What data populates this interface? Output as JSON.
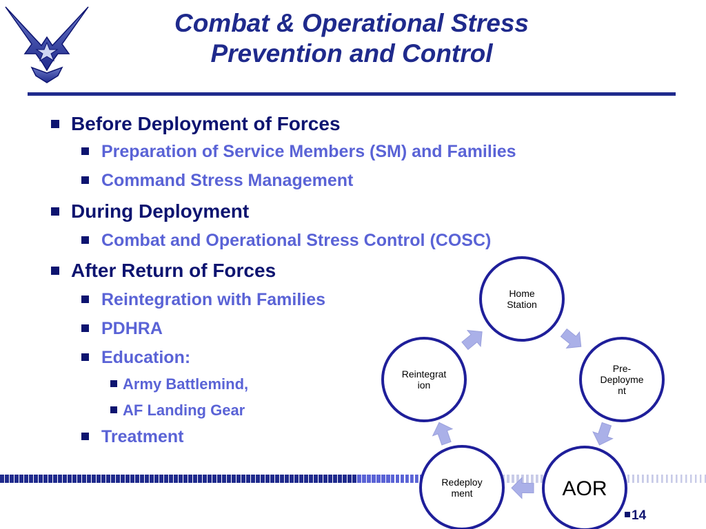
{
  "slide": {
    "title_line1": "Combat & Operational Stress",
    "title_line2": "Prevention and Control",
    "page_number": "14"
  },
  "bullets": [
    {
      "level": 1,
      "text": "Before Deployment of Forces"
    },
    {
      "level": 2,
      "text": "Preparation of Service Members (SM) and Families"
    },
    {
      "level": 2,
      "text": "Command Stress Management"
    },
    {
      "level": 1,
      "text": "During Deployment"
    },
    {
      "level": 2,
      "text": "Combat and Operational Stress Control (COSC)"
    },
    {
      "level": 1,
      "text": "After Return of Forces"
    },
    {
      "level": 2,
      "text": "Reintegration with Families"
    },
    {
      "level": 2,
      "text": "PDHRA"
    },
    {
      "level": 2,
      "text": "Education:"
    },
    {
      "level": 3,
      "text": "Army Battlemind,"
    },
    {
      "level": 3,
      "text": "AF Landing Gear"
    },
    {
      "level": 2,
      "text": "Treatment"
    }
  ],
  "cycle": {
    "nodes": [
      {
        "id": "home-station",
        "lines": [
          "Home",
          "Station"
        ]
      },
      {
        "id": "pre-deployment",
        "lines": [
          "Pre-",
          "Deployme",
          "nt"
        ]
      },
      {
        "id": "aor",
        "lines": [
          "AOR"
        ]
      },
      {
        "id": "redeployment",
        "lines": [
          "Redeploy",
          "ment"
        ]
      },
      {
        "id": "reintegration",
        "lines": [
          "Reintegrat",
          "ion"
        ]
      }
    ]
  },
  "colors": {
    "title": "#1f2a8c",
    "level1_text": "#0d1470",
    "level2_text": "#5a63d6",
    "circle_stroke": "#1f1f9a",
    "arrow_fill": "#aab0e8",
    "bar_dark": "#1f2a8c",
    "bar_light": "#c8cbe8"
  },
  "logo": {
    "name": "air-force-symbol"
  }
}
